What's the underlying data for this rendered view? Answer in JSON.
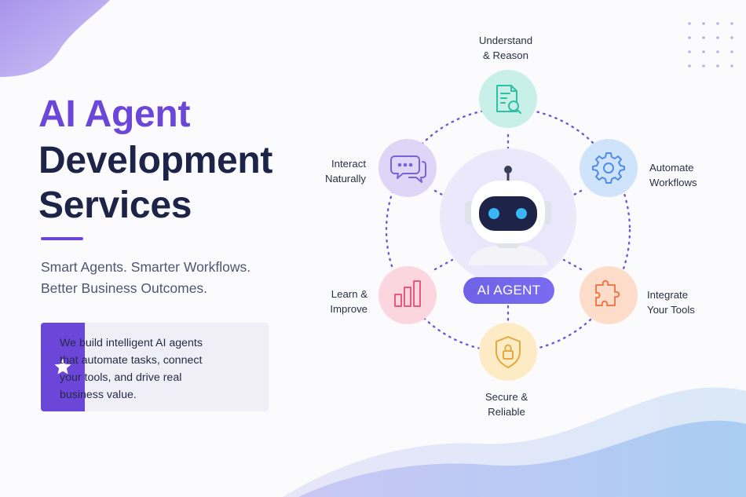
{
  "hero": {
    "title_line1": "AI Agent",
    "title_line2": "Development",
    "title_line3": "Services",
    "tagline_line1": "Smart Agents. Smarter Workflows.",
    "tagline_line2": "Better Business Outcomes."
  },
  "card": {
    "icon": "star-icon",
    "line1": "We build intelligent AI agents",
    "line2": "that automate tasks, connect",
    "line3": "your tools, and drive real",
    "line4": "business value."
  },
  "center": {
    "icon": "robot-icon",
    "label": "AI AGENT"
  },
  "features": {
    "understand": {
      "line1": "Understand",
      "line2": "& Reason",
      "icon": "document-search-icon",
      "color": "#34c8b0"
    },
    "automate": {
      "line1": "Automate",
      "line2": "Workflows",
      "icon": "gear-icon",
      "color": "#4f8de8"
    },
    "integrate": {
      "line1": "Integrate",
      "line2": "Your Tools",
      "icon": "puzzle-icon",
      "color": "#ee7b4d"
    },
    "secure": {
      "line1": "Secure &",
      "line2": "Reliable",
      "icon": "shield-lock-icon",
      "color": "#e4a93d"
    },
    "learn": {
      "line1": "Learn &",
      "line2": "Improve",
      "icon": "bar-chart-icon",
      "color": "#e9587f"
    },
    "interact": {
      "line1": "Interact",
      "line2": "Naturally",
      "icon": "chat-bubbles-icon",
      "color": "#7a62d8"
    }
  },
  "colors": {
    "brand_purple": "#6b46d9",
    "navy": "#1e2348",
    "accent_violet": "#6e62e6"
  }
}
